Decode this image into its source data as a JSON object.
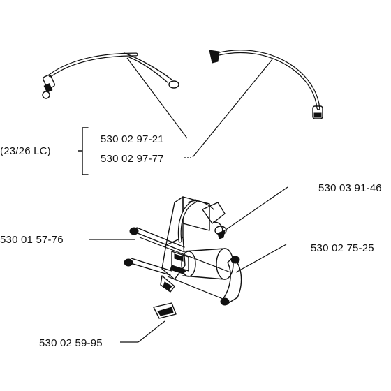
{
  "diagram": {
    "group_label": "(23/26 LC)",
    "parts": {
      "wire_a": "530 02 97-21",
      "wire_b": "530 02 97-77",
      "boot": "530 03 91-46",
      "screw": "530 01 57-76",
      "bracket": "530 02 75-25",
      "clip": "530 02 59-95"
    }
  }
}
